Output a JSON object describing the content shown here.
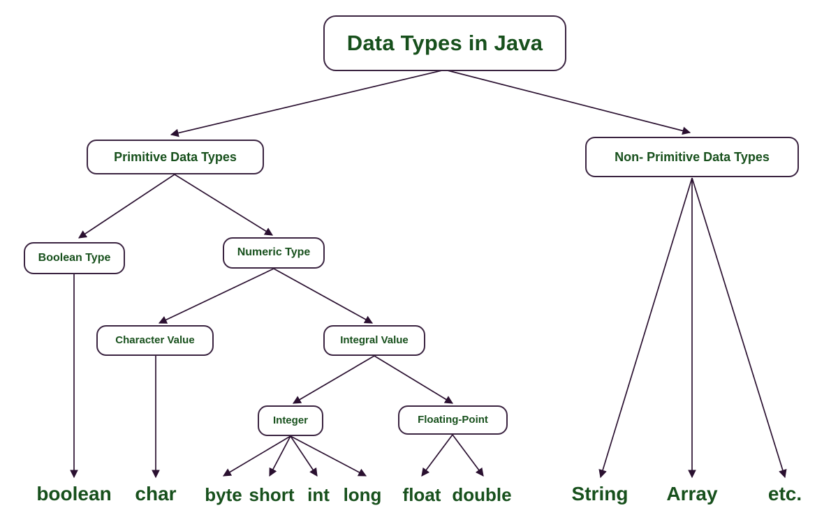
{
  "diagram": {
    "kind": "tree-diagram",
    "title": "Data Types in Java",
    "colors": {
      "text": "#17501c",
      "box_border": "#3a2340",
      "edge": "#2a1030",
      "background": "#ffffff"
    }
  },
  "nodes": {
    "root": {
      "label": "Data Types in Java"
    },
    "primitive": {
      "label": "Primitive Data Types"
    },
    "non_primitive": {
      "label": "Non- Primitive Data Types"
    },
    "boolean_type": {
      "label": "Boolean Type"
    },
    "numeric_type": {
      "label": "Numeric Type"
    },
    "character_value": {
      "label": "Character Value"
    },
    "integral_value": {
      "label": "Integral Value"
    },
    "integer": {
      "label": "Integer"
    },
    "floating_point": {
      "label": "Floating-Point"
    }
  },
  "leaves": {
    "boolean": {
      "label": "boolean"
    },
    "char": {
      "label": "char"
    },
    "byte": {
      "label": "byte"
    },
    "short": {
      "label": "short"
    },
    "int": {
      "label": "int"
    },
    "long": {
      "label": "long"
    },
    "float": {
      "label": "float"
    },
    "double": {
      "label": "double"
    },
    "string": {
      "label": "String"
    },
    "array": {
      "label": "Array"
    },
    "etc": {
      "label": "etc."
    }
  },
  "edges": [
    {
      "from": "root",
      "to": "primitive"
    },
    {
      "from": "root",
      "to": "non_primitive"
    },
    {
      "from": "primitive",
      "to": "boolean_type"
    },
    {
      "from": "primitive",
      "to": "numeric_type"
    },
    {
      "from": "numeric_type",
      "to": "character_value"
    },
    {
      "from": "numeric_type",
      "to": "integral_value"
    },
    {
      "from": "integral_value",
      "to": "integer"
    },
    {
      "from": "integral_value",
      "to": "floating_point"
    },
    {
      "from": "boolean_type",
      "to": "boolean"
    },
    {
      "from": "character_value",
      "to": "char"
    },
    {
      "from": "integer",
      "to": "byte"
    },
    {
      "from": "integer",
      "to": "short"
    },
    {
      "from": "integer",
      "to": "int"
    },
    {
      "from": "integer",
      "to": "long"
    },
    {
      "from": "floating_point",
      "to": "float"
    },
    {
      "from": "floating_point",
      "to": "double"
    },
    {
      "from": "non_primitive",
      "to": "string"
    },
    {
      "from": "non_primitive",
      "to": "array"
    },
    {
      "from": "non_primitive",
      "to": "etc"
    }
  ]
}
